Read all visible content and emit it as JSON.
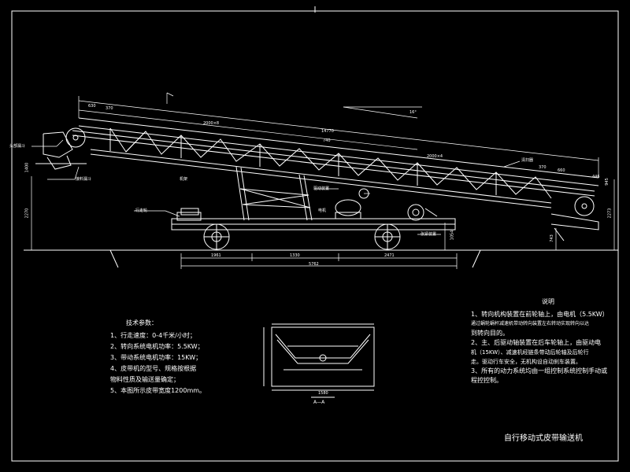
{
  "labels": {
    "head_funnel": "头部漏斗",
    "guide_funnel": "接料漏斗",
    "belt_cleaner": "清扫器",
    "main_frame": "机架",
    "drive_device": "驱动装置",
    "tension_device": "张紧装置",
    "walking_wheel": "行走轮",
    "motor_label": "电机"
  },
  "dimensions": {
    "d630": "630",
    "d370": "370",
    "d14770": "14770",
    "d2000a": "2000×8",
    "d2000b": "2000×4",
    "d740": "740",
    "d370b": "370",
    "d660": "660",
    "d446": "446",
    "d2270": "2270",
    "d2273": "2273",
    "d1961": "1961",
    "d1330": "1330",
    "d2471": "2471",
    "d5762": "5762",
    "d743": "743",
    "d1054": "1054",
    "d1580": "1580",
    "d1400": "1400",
    "d945": "945",
    "angle": "16°"
  },
  "specs": {
    "heading": "技术参数：",
    "items": [
      "1、行走速度：0-4千米/小时；",
      "2、转向系统电机功率：5.5KW；",
      "3、带动系统电机功率：15KW；",
      "4、皮带机的型号、规格按根据",
      "    物料性质及输送量确定；",
      "5、本图所示皮带宽度1200mm。"
    ]
  },
  "notes": {
    "heading": "说明",
    "items": [
      "1、转向机构装置在前轮轴上，由电机（5.5KW）",
      "   通过蜗轮蜗杆减速机带动转向装置左右转动实现转向以达",
      "   到转向目的。",
      "2、主、后驱动轴装置在后车轮轴上，由驱动电",
      "   机（15KW）、减速机经链条带动后轮轴及后轮行",
      "   走。驱动行车安全，无机构设自动刹车装置。",
      "3、所有的动力系统均由一组控制系统控制手动或",
      "   程控控制。"
    ]
  },
  "section": {
    "label": "A—A"
  },
  "title": "自行移动式皮带输送机"
}
